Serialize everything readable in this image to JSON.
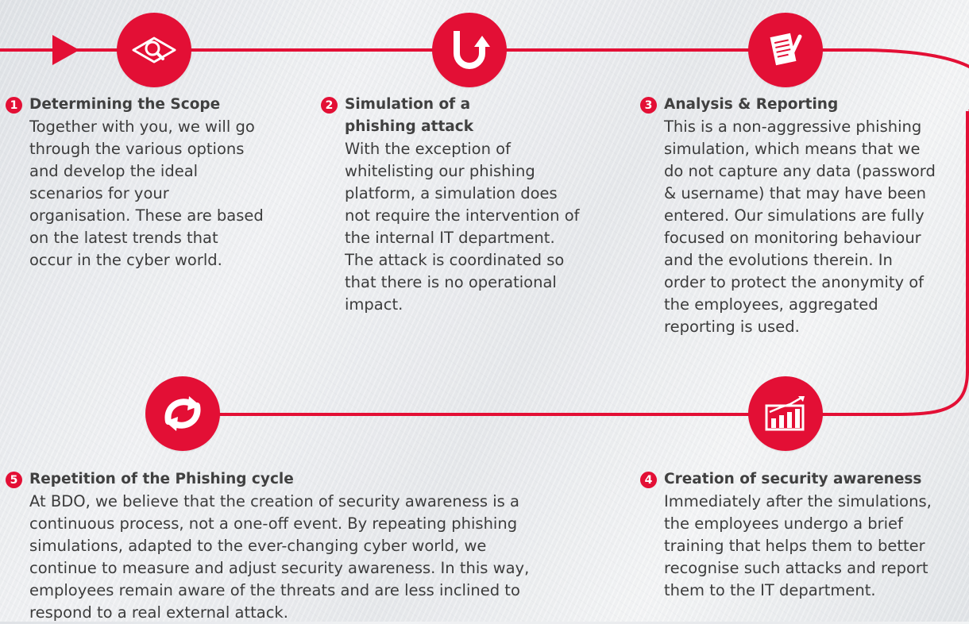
{
  "colors": {
    "accent": "#e30f35",
    "text": "#3c3c3c"
  },
  "icons": {
    "step1": "eye-magnifier-icon",
    "step2": "u-turn-arrow-icon",
    "step3": "document-pen-icon",
    "step4": "bar-chart-growth-icon",
    "step5": "refresh-cycle-icon"
  },
  "steps": [
    {
      "number": "1",
      "title": "Determining the Scope",
      "lines": [
        "Together with you, we will go",
        "through the various options",
        "and develop the ideal",
        "scenarios for your",
        "organisation. These are based",
        "on the latest trends that",
        "occur in the cyber world."
      ]
    },
    {
      "number": "2",
      "title_lines": [
        "Simulation of a",
        "phishing attack"
      ],
      "lines": [
        "With the exception of",
        "whitelisting our phishing",
        "platform, a simulation does",
        "not require the intervention of",
        "the internal IT department.",
        "The attack is coordinated so",
        "that there is no operational",
        "impact."
      ]
    },
    {
      "number": "3",
      "title": "Analysis & Reporting",
      "lines": [
        "This is a non-aggressive phishing",
        "simulation, which means that we",
        "do not capture any data (password",
        "& username) that may have been",
        "entered. Our simulations are fully",
        "focused on monitoring behaviour",
        "and the evolutions therein. In",
        "order to protect the anonymity of",
        "the employees, aggregated",
        "reporting is used."
      ]
    },
    {
      "number": "4",
      "title": "Creation of security awareness",
      "lines": [
        "Immediately after the simulations,",
        "the employees undergo a brief",
        "training that helps them to better",
        "recognise such attacks and report",
        "them to the IT department."
      ]
    },
    {
      "number": "5",
      "title": "Repetition of the Phishing cycle",
      "lines": [
        "At BDO, we believe that the creation of security awareness is a",
        "continuous process, not a one-off event. By repeating phishing",
        "simulations, adapted to the ever-changing cyber world, we",
        "continue to measure and adjust security awareness. In this way,",
        "employees remain aware of the threats and are less inclined to",
        "respond to a real external attack."
      ]
    }
  ]
}
